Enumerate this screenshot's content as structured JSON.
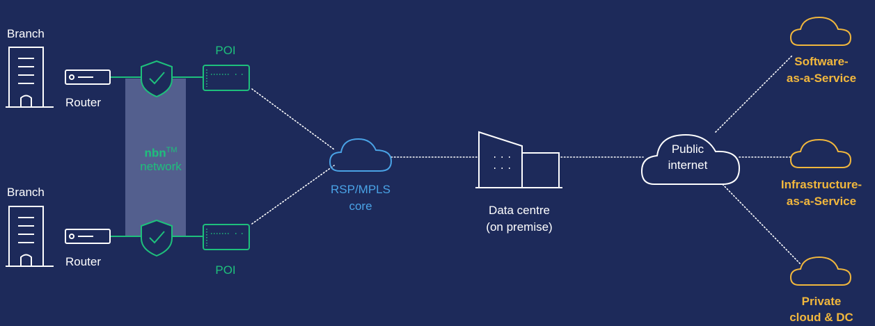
{
  "branch_top": {
    "label": "Branch",
    "router_label": "Router"
  },
  "branch_bottom": {
    "label": "Branch",
    "router_label": "Router"
  },
  "poi_top_label": "POI",
  "poi_bottom_label": "POI",
  "nbn": {
    "brand": "nbn",
    "trademark": "TM",
    "line2": "network"
  },
  "rsp_core": {
    "line1": "RSP/MPLS",
    "line2": "core"
  },
  "data_centre": {
    "line1": "Data centre",
    "line2": "(on premise)"
  },
  "public_internet": {
    "line1": "Public",
    "line2": "internet"
  },
  "saas": {
    "line1": "Software-",
    "line2": "as-a-Service"
  },
  "iaas": {
    "line1": "Infrastructure-",
    "line2": "as-a-Service"
  },
  "private_cloud": {
    "line1": "Private",
    "line2": "cloud & DC"
  },
  "colors": {
    "background": "#1d2a5a",
    "white": "#ffffff",
    "green": "#1ec07c",
    "blue": "#4aa3e6",
    "amber": "#f1b73d",
    "nbn_band": "#5d6898"
  }
}
